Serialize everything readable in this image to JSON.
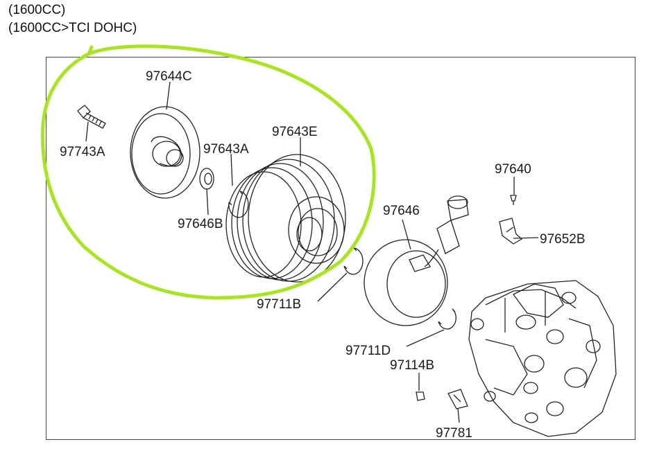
{
  "header": {
    "line1": "(1600CC)",
    "line2": "(1600CC>TCI DOHC)"
  },
  "highlight_color": "#a8e51f",
  "parts": {
    "p97644C": "97644C",
    "p97743A": "97743A",
    "p97643A": "97643A",
    "p97643E": "97643E",
    "p97646B": "97646B",
    "p97711B": "97711B",
    "p97646": "97646",
    "p97640": "97640",
    "p97652B": "97652B",
    "p97711D": "97711D",
    "p97114B": "97114B",
    "p97781": "97781"
  }
}
